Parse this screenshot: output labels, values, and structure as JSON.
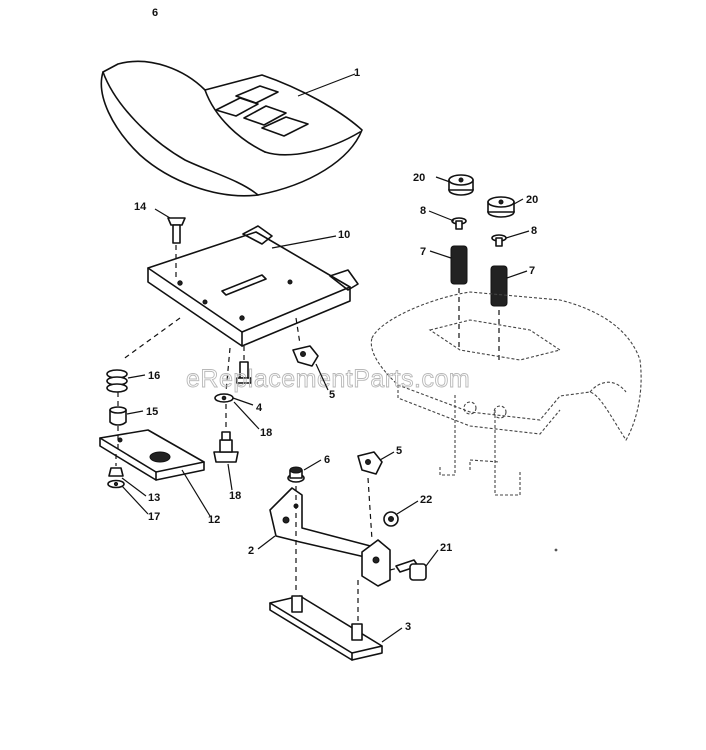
{
  "watermark": "eReplacementParts.com",
  "callouts": {
    "c1": "1",
    "c2": "2",
    "c3": "3",
    "c4": "4",
    "c5a": "5",
    "c5b": "5",
    "c6a": "6",
    "c6b": "6",
    "c7a": "7",
    "c7b": "7",
    "c8a": "8",
    "c8b": "8",
    "c10": "10",
    "c12": "12",
    "c13": "13",
    "c14": "14",
    "c15": "15",
    "c16": "16",
    "c17": "17",
    "c18a": "18",
    "c18b": "18",
    "c20a": "20",
    "c20b": "20",
    "c21": "21",
    "c22": "22"
  }
}
